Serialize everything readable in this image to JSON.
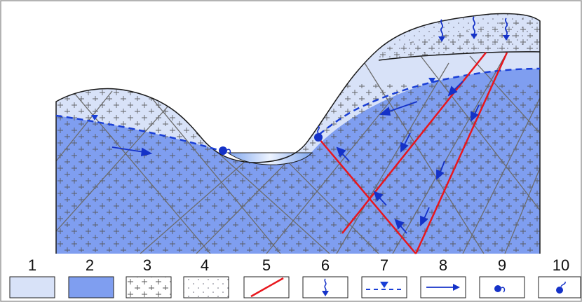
{
  "legend": {
    "items": [
      {
        "number": "1",
        "icon": "light-blue-fill"
      },
      {
        "number": "2",
        "icon": "blue-fill"
      },
      {
        "number": "3",
        "icon": "granite-cross-pattern"
      },
      {
        "number": "4",
        "icon": "dotted-sand-pattern"
      },
      {
        "number": "5",
        "icon": "red-fault-line"
      },
      {
        "number": "6",
        "icon": "wavy-down-arrow"
      },
      {
        "number": "7",
        "icon": "water-table-dashed-triangle"
      },
      {
        "number": "8",
        "icon": "flow-arrow"
      },
      {
        "number": "9",
        "icon": "spring"
      },
      {
        "number": "10",
        "icon": "rising-spring"
      }
    ]
  },
  "colors": {
    "light_blue": "#d8e2f8",
    "blue": "#7f9ef0",
    "water_table": "#1a3fd6",
    "arrow": "#1532c8",
    "fault": "#e8161c",
    "fracture": "#6b6b6b",
    "outline": "#1a1a1a"
  }
}
